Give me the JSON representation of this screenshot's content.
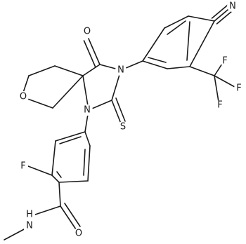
{
  "atom_labels": {
    "nitrile_n": "N",
    "ketone_o": "O",
    "ring_o": "O",
    "imide_n": "N",
    "amine_n": "N",
    "thione_s": "S",
    "f_cf3_top": "F",
    "f_cf3_right": "F",
    "f_cf3_bottom": "F",
    "f_aryl": "F",
    "amide_o": "O",
    "amide_nh": "H",
    "amide_n": "N"
  }
}
